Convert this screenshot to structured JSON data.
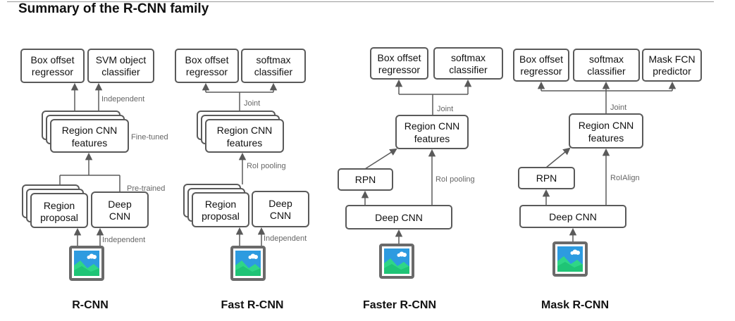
{
  "title": "Summary of the R-CNN family",
  "rcnn": {
    "caption": "R-CNN",
    "box_offset": [
      "Box offset",
      "regressor"
    ],
    "svm": [
      "SVM object",
      "classifier"
    ],
    "region_features": [
      "Region CNN",
      "features"
    ],
    "region_proposal": [
      "Region",
      "proposal"
    ],
    "deep_cnn": [
      "Deep",
      "CNN"
    ],
    "lbl_independent_top": "Independent",
    "lbl_fine_tuned": "Fine-tuned",
    "lbl_pre_trained": "Pre-trained",
    "lbl_independent_bottom": "Independent"
  },
  "fast": {
    "caption": "Fast R-CNN",
    "box_offset": [
      "Box offset",
      "regressor"
    ],
    "softmax": [
      "softmax",
      "classifier"
    ],
    "region_features": [
      "Region CNN",
      "features"
    ],
    "region_proposal": [
      "Region",
      "proposal"
    ],
    "deep_cnn": [
      "Deep",
      "CNN"
    ],
    "lbl_joint": "Joint",
    "lbl_roi_pooling": "RoI pooling",
    "lbl_independent": "Independent"
  },
  "faster": {
    "caption": "Faster R-CNN",
    "box_offset": [
      "Box offset",
      "regressor"
    ],
    "softmax": [
      "softmax",
      "classifier"
    ],
    "region_features": [
      "Region CNN",
      "features"
    ],
    "rpn": "RPN",
    "deep_cnn": "Deep CNN",
    "lbl_joint": "Joint",
    "lbl_roi_pooling": "RoI pooling"
  },
  "mask": {
    "caption": "Mask R-CNN",
    "box_offset": [
      "Box offset",
      "regressor"
    ],
    "softmax": [
      "softmax",
      "classifier"
    ],
    "mask_fcn": [
      "Mask FCN",
      "predictor"
    ],
    "region_features": [
      "Region CNN",
      "features"
    ],
    "rpn": "RPN",
    "deep_cnn": "Deep CNN",
    "lbl_joint": "Joint",
    "lbl_roialign": "RoIAlign"
  },
  "icon": "image-icon"
}
